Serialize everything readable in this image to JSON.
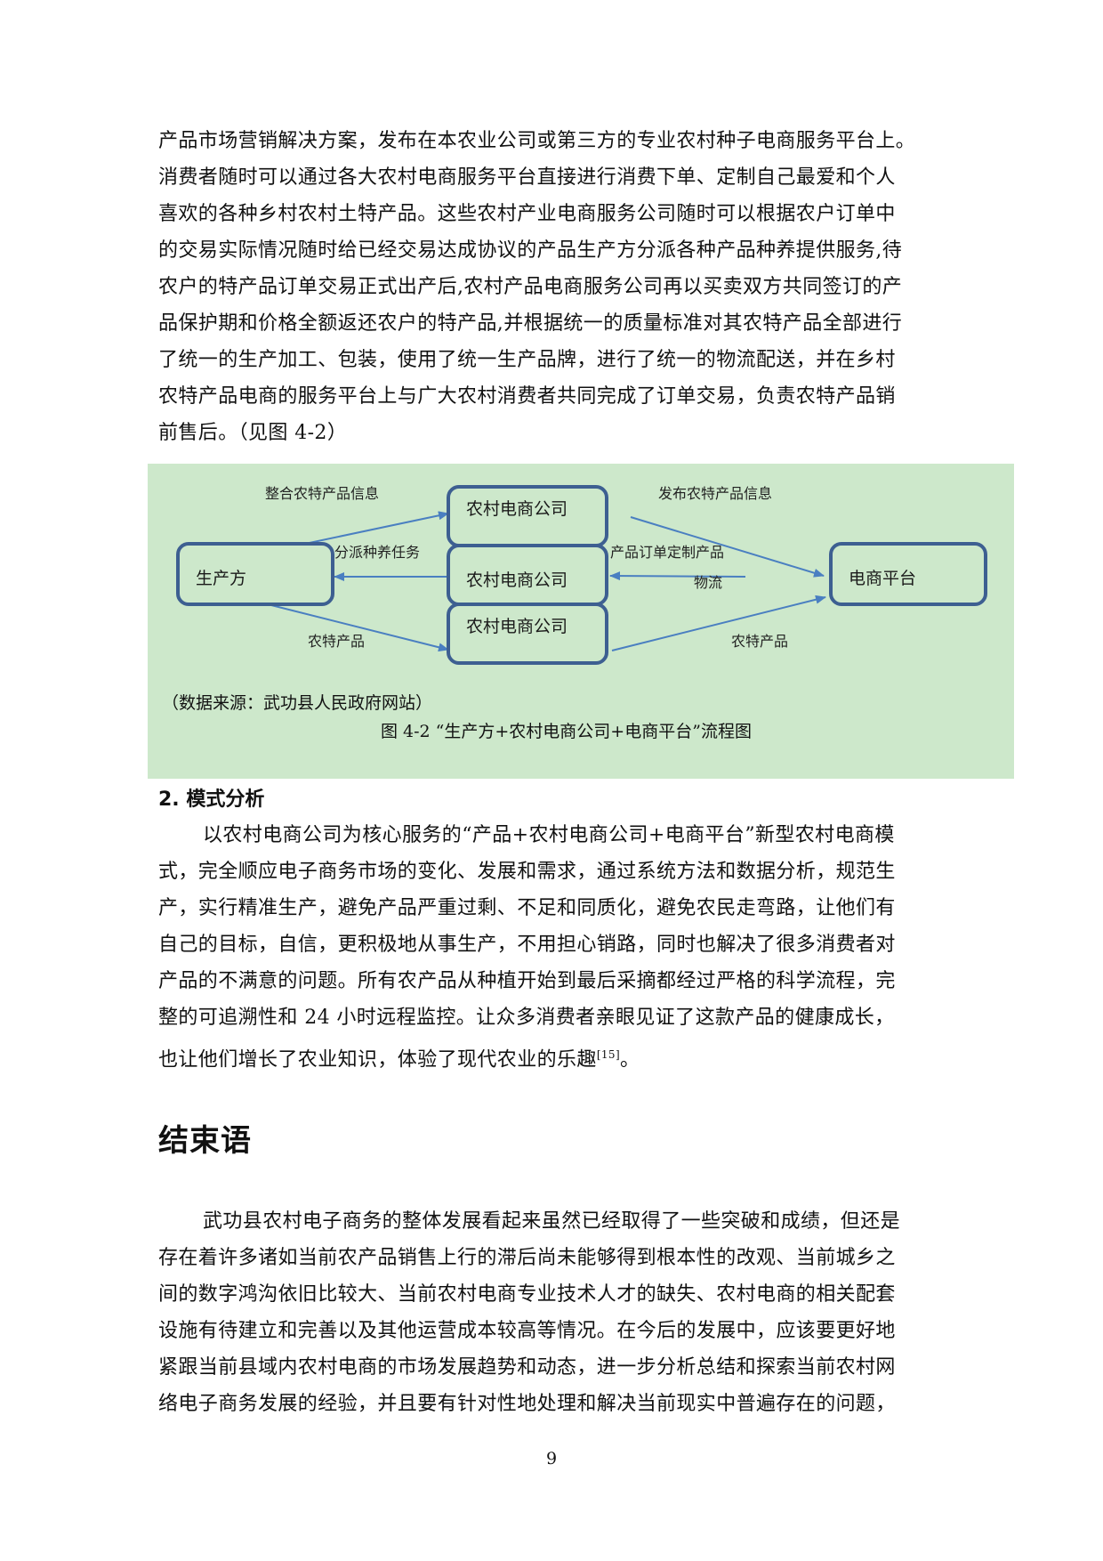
{
  "intro_paragraph": {
    "lines": [
      "产品市场营销解决方案，发布在本农业公司或第三方的专业农村种子电商服务平台上。",
      "消费者随时可以通过各大农村电商服务平台直接进行消费下单、定制自己最爱和个人",
      "喜欢的各种乡村农村土特产品。这些农村产业电商服务公司随时可以根据农户订单中",
      "的交易实际情况随时给已经交易达成协议的产品生产方分派各种产品种养提供服务,待",
      "农户的特产品订单交易正式出产后,农村产品电商服务公司再以买卖双方共同签订的产",
      "品保护期和价格全额返还农户的特产品,并根据统一的质量标准对其农特产品全部进行",
      "了统一的生产加工、包装，使用了统一生产品牌，进行了统一的物流配送，并在乡村",
      "农特产品电商的服务平台上与广大农村消费者共同完成了订单交易，负责农特产品销",
      "前售后。（见图 4-2）"
    ]
  },
  "figure": {
    "background": "#cde8cb",
    "box_border_color": "#3d5f91",
    "arrow_color": "#4a7fc1",
    "nodes": {
      "producer": "生产方",
      "company_top": "农村电商公司",
      "company_mid": "农村电商公司",
      "company_bottom": "农村电商公司",
      "platform": "电商平台"
    },
    "edge_labels": {
      "integrate_info": "整合农特产品信息",
      "assign_tasks": "分派种养任务",
      "publish_info": "发布农特产品信息",
      "order_custom": "产品订单定制产品",
      "logistics": "物流",
      "products_left": "农特产品",
      "products_right": "农特产品"
    },
    "source": "（数据来源：武功县人民政府网站）",
    "caption": "图  4-2 “生产方+农村电商公司+电商平台”流程图"
  },
  "section2": {
    "heading": "2. 模式分析",
    "lines": [
      "以农村电商公司为核心服务的“产品+农村电商公司+电商平台”新型农村电商模",
      "式，完全顺应电子商务市场的变化、发展和需求，通过系统方法和数据分析，规范生",
      "产，实行精准生产，避免产品严重过剩、不足和同质化，避免农民走弯路，让他们有",
      "自己的目标，自信，更积极地从事生产，不用担心销路，同时也解决了很多消费者对",
      "产品的不满意的问题。所有农产品从种植开始到最后采摘都经过严格的科学流程，完",
      "整的可追溯性和 24 小时远程监控。让众多消费者亲眼见证了这款产品的健康成长，",
      "也让他们增长了农业知识，体验了现代农业的乐趣"
    ],
    "citation": "[15]",
    "last_punct": "。"
  },
  "conclusion": {
    "heading": "结束语",
    "lines": [
      "武功县农村电子商务的整体发展看起来虽然已经取得了一些突破和成绩，但还是",
      "存在着许多诸如当前农产品销售上行的滞后尚未能够得到根本性的改观、当前城乡之",
      "间的数字鸿沟依旧比较大、当前农村电商专业技术人才的缺失、农村电商的相关配套",
      "设施有待建立和完善以及其他运营成本较高等情况。在今后的发展中，应该要更好地",
      "紧跟当前县域内农村电商的市场发展趋势和动态，进一步分析总结和探索当前农村网",
      "络电子商务发展的经验，并且要有针对性地处理和解决当前现实中普遍存在的问题，"
    ]
  },
  "page_number": "9"
}
